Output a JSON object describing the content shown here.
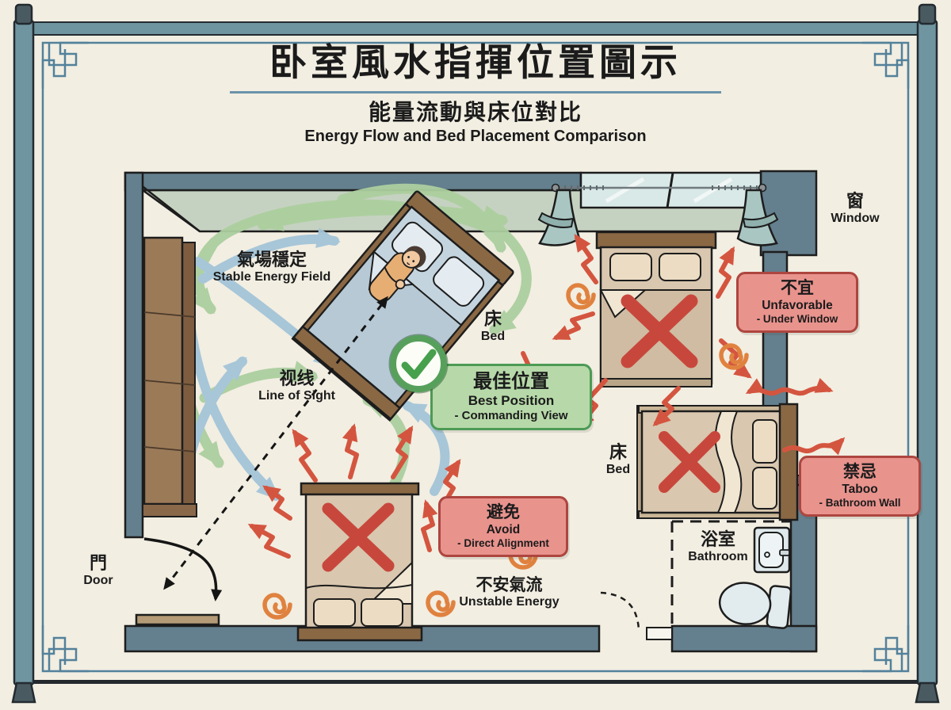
{
  "header": {
    "title": "卧室風水指揮位置圖示",
    "subtitle_zh": "能量流動與床位對比",
    "subtitle_en": "Energy Flow and Bed Placement Comparison"
  },
  "labels": {
    "stable_energy": {
      "zh": "氣場穩定",
      "en": "Stable Energy Field"
    },
    "line_of_sight": {
      "zh": "视线",
      "en": "Line of Sight"
    },
    "bed_commanding": {
      "zh": "床",
      "en": "Bed"
    },
    "bed_bathroom": {
      "zh": "床",
      "en": "Bed"
    },
    "window": {
      "zh": "窗",
      "en": "Window"
    },
    "door": {
      "zh": "門",
      "en": "Door"
    },
    "bathroom": {
      "zh": "浴室",
      "en": "Bathroom"
    },
    "unstable_energy": {
      "zh": "不安氣流",
      "en": "Unstable Energy"
    }
  },
  "badges": {
    "best_position": {
      "zh": "最佳位置",
      "en": "Best Position",
      "note": "- Commanding View",
      "type": "good"
    },
    "unfavorable": {
      "zh": "不宜",
      "en": "Unfavorable",
      "note": "- Under Window",
      "type": "bad"
    },
    "taboo": {
      "zh": "禁忌",
      "en": "Taboo",
      "note": "- Bathroom Wall",
      "type": "bad"
    },
    "avoid": {
      "zh": "避免",
      "en": "Avoid",
      "note": "- Direct Alignment",
      "type": "bad"
    }
  },
  "icons": {
    "check_icon": "✓",
    "cross_icon": "✕"
  },
  "colors": {
    "paper": "#f2eee2",
    "scroll_rod": "#6f95a1",
    "border_line": "#53819b",
    "wall_slate": "#647f8d",
    "wall_sage": "#c6d2c1",
    "wood_dark": "#8a6844",
    "bad_mattress": "#d9c7af",
    "good_mattress": "#c4d4de",
    "cross_red": "#c8473c",
    "check_green": "#46a04c",
    "badge_green_bg": "#b7d9a9",
    "badge_green_border": "#4d9a55",
    "badge_red_bg": "#e9938d",
    "badge_red_border": "#ad463f",
    "arrow_green": "#accf9f",
    "arrow_blue": "#a3c4d8",
    "arrow_red": "#d4553f",
    "spiral_orange": "#e0823f"
  }
}
